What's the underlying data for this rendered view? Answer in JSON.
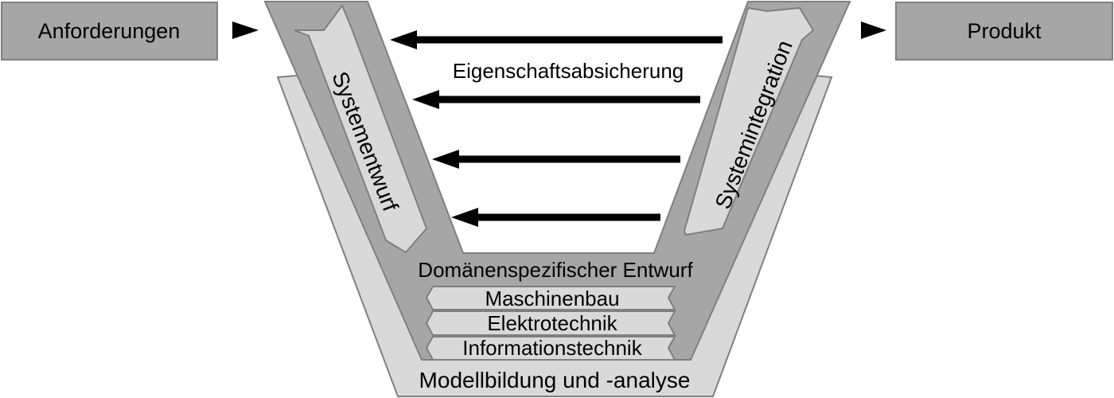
{
  "colors": {
    "box_fill": "#a6a6a6",
    "outer_band": "#d9d9d9",
    "inner_band": "#a6a6a6",
    "inner_arrow": "#d9d9d9",
    "stroke": "#7f7f7f",
    "arrow": "#000000"
  },
  "input_box": {
    "label": "Anforderungen"
  },
  "output_box": {
    "label": "Produkt"
  },
  "left_arm": {
    "label": "Systementwurf"
  },
  "right_arm": {
    "label": "Systemintegration"
  },
  "verification": {
    "label": "Eigenschaftsabsicherung",
    "arrow_count": 4
  },
  "domain_design": {
    "title": "Domänenspezifischer Entwurf",
    "disciplines": [
      "Maschinenbau",
      "Elektrotechnik",
      "Informationstechnik"
    ]
  },
  "modeling": {
    "label": "Modellbildung und -analyse"
  }
}
